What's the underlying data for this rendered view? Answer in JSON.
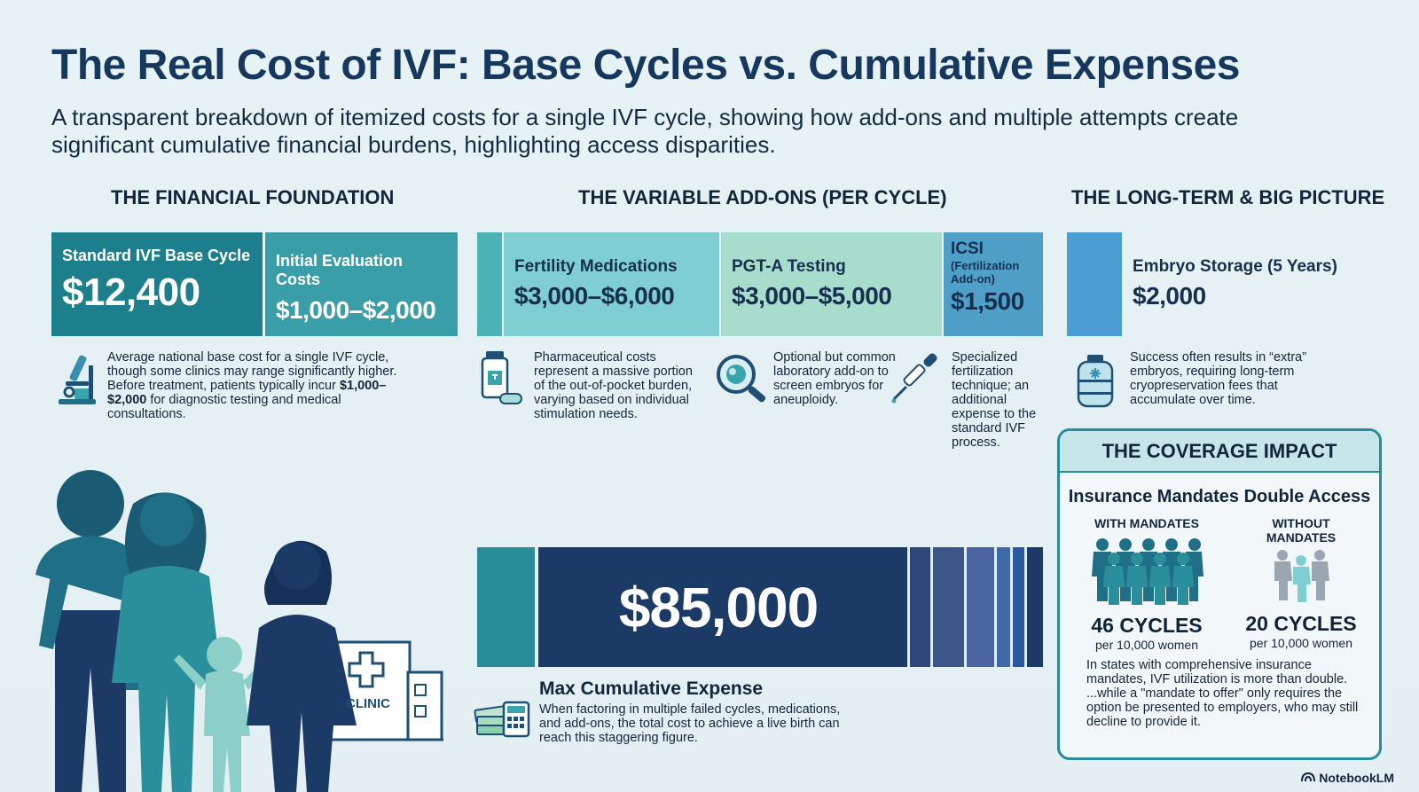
{
  "title": "The Real Cost of IVF: Base Cycles vs. Cumulative Expenses",
  "subtitle": "A transparent breakdown of itemized costs for a single IVF cycle, showing how add-ons and multiple attempts create significant cumulative financial burdens, highlighting access disparities.",
  "sections": {
    "foundation": "THE FINANCIAL FOUNDATION",
    "addons": "THE VARIABLE ADD-ONS (PER CYCLE)",
    "longterm": "THE LONG-TERM & BIG PICTURE"
  },
  "foundation": {
    "base_label": "Standard IVF Base Cycle",
    "base_value": "$12,400",
    "eval_label": "Initial Evaluation Costs",
    "eval_value": "$1,000–$2,000",
    "desc_1": "Average national base cost for a single IVF cycle, though some clinics may range significantly higher. Before treatment, patients typically incur ",
    "desc_bold": "$1,000–$2,000",
    "desc_2": " for diagnostic testing and medical consultations."
  },
  "addons": {
    "meds_label": "Fertility Medications",
    "meds_value": "$3,000–$6,000",
    "pgta_label": "PGT-A Testing",
    "pgta_value": "$3,000–$5,000",
    "icsi_label": "ICSI",
    "icsi_sublabel": "(Fertilization Add-on)",
    "icsi_value": "$1,500",
    "meds_desc": "Pharmaceutical costs represent a massive portion of the out-of-pocket burden, varying based on individual stimulation needs.",
    "pgta_desc": "Optional but common laboratory add-on to screen embryos for aneuploidy.",
    "icsi_desc": "Specialized fertilization technique; an additional expense to the standard IVF process."
  },
  "storage": {
    "label": "Embryo Storage (5 Years)",
    "value": "$2,000",
    "desc": "Success often results in “extra” embryos, requiring long-term cryopreservation fees that accumulate over time."
  },
  "cumulative": {
    "value": "$85,000",
    "label": "Max Cumulative Expense",
    "desc": "When factoring in multiple failed cycles, medications, and add-ons, the total cost to achieve a live birth can reach this staggering figure."
  },
  "clinic_sign": "CLINIC",
  "coverage": {
    "title": "THE COVERAGE IMPACT",
    "subtitle": "Insurance Mandates Double Access",
    "with_label": "WITH MANDATES",
    "without_label_1": "WITHOUT",
    "without_label_2": "MANDATES",
    "with_value": 46,
    "without_value": 20,
    "with_cycles": "46 CYCLES",
    "without_cycles": "20 CYCLES",
    "per_label": "per 10,000 women",
    "note_1": "In states with comprehensive insurance mandates,  IVF utilization is more than double.",
    "note_2": "...while a \"mandate to offer\" only requires the option be presented to employers, who may still decline to provide it."
  },
  "brand": "NotebookLM",
  "colors": {
    "title": "#17385e",
    "teal_dark": "#1e7f8c",
    "teal_mid": "#3aa4ad",
    "teal_light": "#7fcfd2",
    "mint": "#a8dccc",
    "blue": "#4f95c6",
    "navy": "#1b3a66"
  }
}
